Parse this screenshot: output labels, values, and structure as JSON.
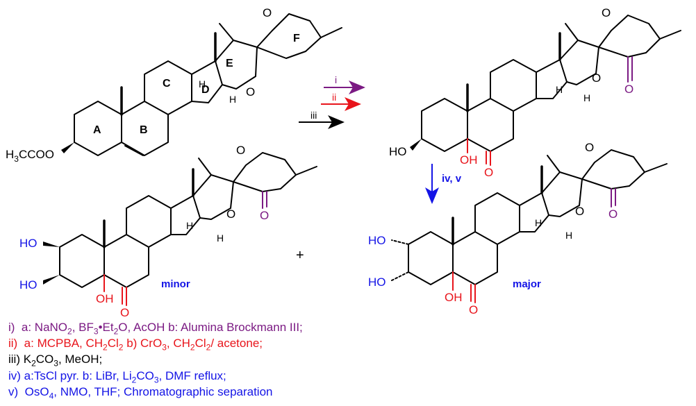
{
  "start": {
    "acetate_label": "H3CCOO",
    "ring_labels": [
      "A",
      "B",
      "C",
      "D",
      "E",
      "F"
    ],
    "h_label": "H",
    "o_label": "O"
  },
  "arrows": {
    "i": "i",
    "ii": "ii",
    "iii": "iii",
    "iv_v": "iv, v"
  },
  "intermediate": {
    "ho_label": "HO",
    "oh_label": "OH",
    "o_label": "O"
  },
  "minor": {
    "tag": "minor",
    "ho_top": "HO",
    "ho_bottom": "HO",
    "oh": "OH",
    "o": "O"
  },
  "major": {
    "tag": "major",
    "ho_top": "HO",
    "ho_bottom": "HO",
    "oh": "OH",
    "o": "O"
  },
  "plus": "+",
  "conditions": [
    {
      "prefix": "i)  ",
      "parts": [
        "a: NaNO",
        "2",
        ", BF",
        "3",
        "•Et",
        "2",
        "O, AcOH b: Alumina Brockmann III;"
      ],
      "color": "#7b1a83"
    },
    {
      "prefix": "ii)  ",
      "parts": [
        "a: MCPBA, CH",
        "2",
        "Cl",
        "2",
        " b) CrO",
        "3",
        ", CH",
        "2",
        "Cl",
        "2",
        "/ acetone;"
      ],
      "color": "#e8141b"
    },
    {
      "prefix": "iii) ",
      "parts": [
        "K",
        "2",
        "CO",
        "3",
        ", MeOH;"
      ],
      "color": "#000000"
    },
    {
      "prefix": "iv) ",
      "parts": [
        "a:TsCl pyr. b: LiBr, Li",
        "2",
        "CO",
        "3",
        ", DMF reflux;"
      ],
      "color": "#1414e6"
    },
    {
      "prefix": "v)  ",
      "parts": [
        "OsO",
        "4",
        ", NMO, THF; Chromatographic separation"
      ],
      "color": "#1414e6"
    }
  ],
  "colors": {
    "purple": "#7b1a83",
    "red": "#e8141b",
    "black": "#000000",
    "blue": "#1414e6"
  }
}
